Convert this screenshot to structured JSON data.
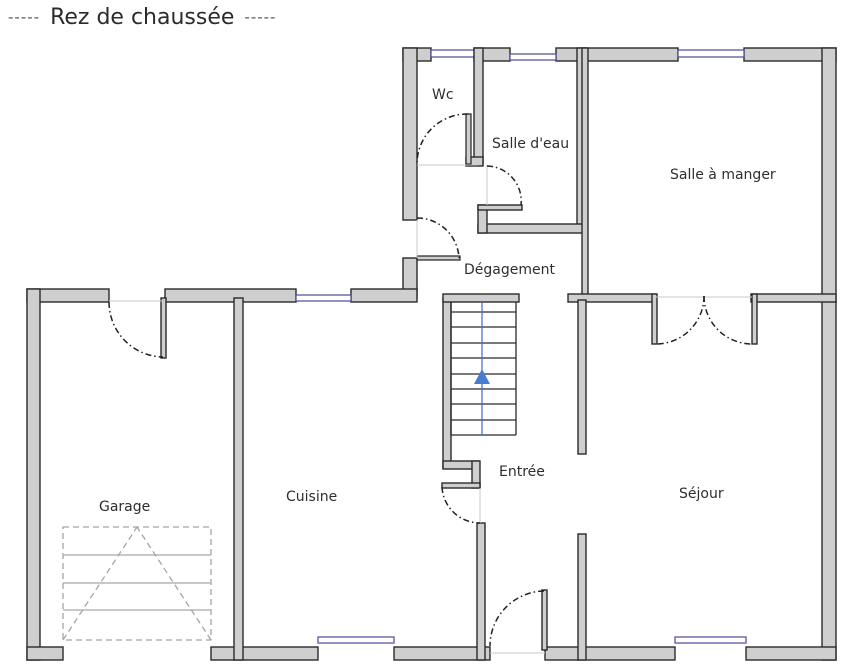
{
  "header": {
    "title": "Rez de chaussée",
    "dash_left": "-----",
    "dash_right": "-----"
  },
  "rooms": {
    "wc": "Wc",
    "salle_deau": "Salle d'eau",
    "salle_a_manger": "Salle à manger",
    "degagement": "Dégagement",
    "garage": "Garage",
    "cuisine": "Cuisine",
    "entree": "Entrée",
    "sejour": "Séjour"
  },
  "colors": {
    "wall_fill": "#cfcfcf",
    "wall_stroke": "#2a2a2a",
    "window_stroke": "#4a4a9a",
    "stair_arrow": "#4a7dd0"
  }
}
